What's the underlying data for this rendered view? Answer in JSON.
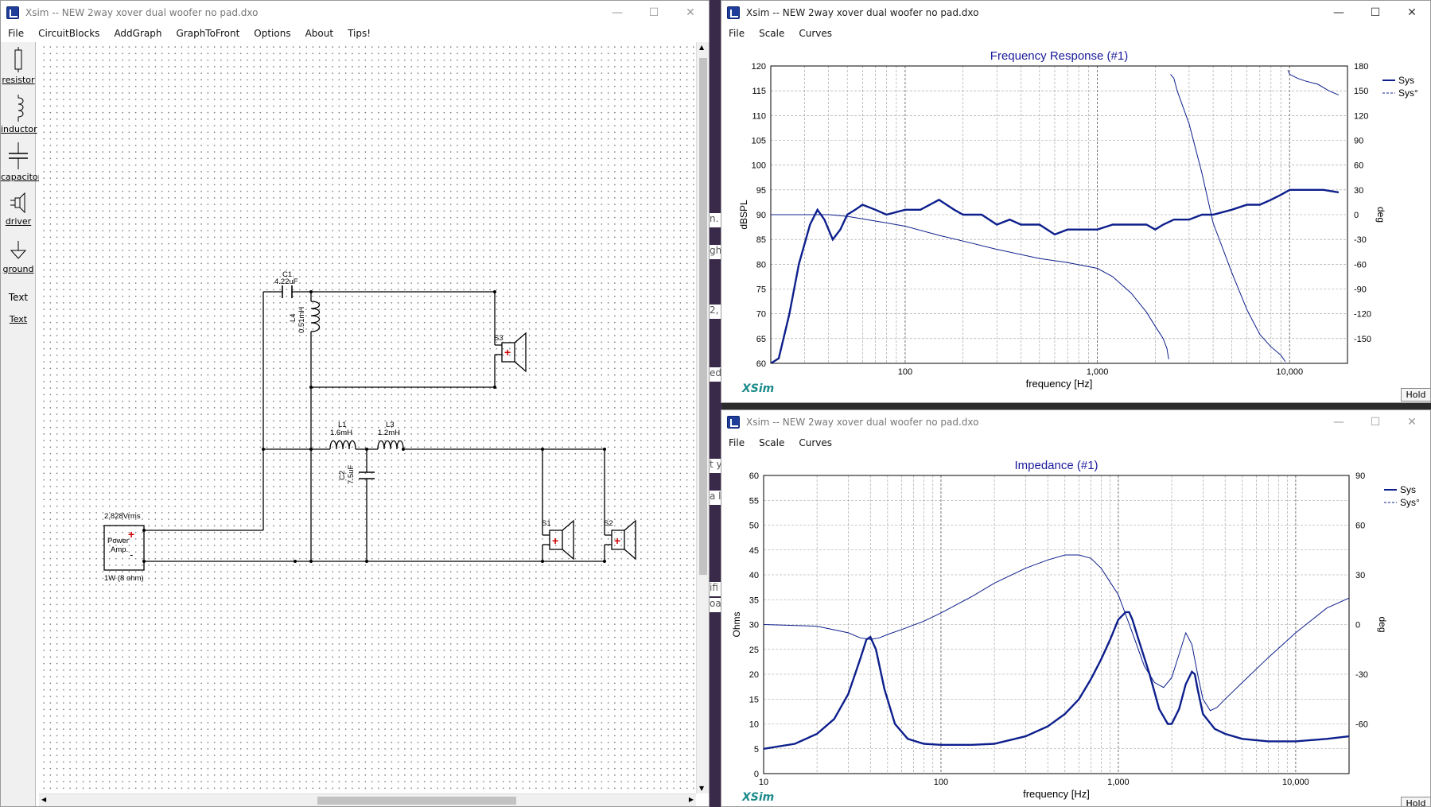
{
  "schematic": {
    "title": "Xsim -- NEW 2way xover dual woofer no pad.dxo",
    "menu": [
      "File",
      "CircuitBlocks",
      "AddGraph",
      "GraphToFront",
      "Options",
      "About",
      "Tips!"
    ],
    "tools": [
      "resistor",
      "inductor",
      "capacitor",
      "driver",
      "ground",
      "Text",
      "Text"
    ],
    "parts": {
      "c1_name": "C1",
      "c1_value": "4.22uF",
      "l4_name": "L4",
      "l4_value": "0.51mH",
      "s3": "S3",
      "s1": "S1",
      "s2": "S2",
      "l1_name": "L1",
      "l1_value": "1.6mH",
      "l3_name": "L3",
      "l3_value": "1.2mH",
      "c2_name": "C2",
      "c2_value": "7.5uF",
      "amp_voltage": "2.828Vrms",
      "amp_line1": "Power",
      "amp_line2": "Amp.",
      "amp_power": "1W (8 ohm)"
    }
  },
  "freq_window": {
    "title": "Xsim -- NEW 2way xover dual woofer no pad.dxo",
    "menu": [
      "File",
      "Scale",
      "Curves"
    ],
    "hold": "Hold",
    "brand": "XSim",
    "chart_data": {
      "type": "line",
      "title": "Frequency Response (#1)",
      "xlabel": "frequency [Hz]",
      "ylabel": "dBSPL",
      "y2label": "deg",
      "x_scale": "log",
      "xlim": [
        20,
        20000
      ],
      "ylim": [
        60,
        120
      ],
      "y2lim": [
        -180,
        180
      ],
      "x_ticks": [
        "100",
        "1,000",
        "10,000"
      ],
      "y_ticks": [
        "120",
        "115",
        "110",
        "105",
        "100",
        "95",
        "90",
        "85",
        "80",
        "75",
        "70",
        "65",
        "60"
      ],
      "y2_ticks": [
        "180",
        "150",
        "120",
        "90",
        "60",
        "30",
        "0",
        "-30",
        "-60",
        "-90",
        "-120",
        "-150"
      ],
      "legend": [
        "Sys",
        "Sys°"
      ],
      "legend_position": "top-right",
      "series": [
        {
          "name": "Sys",
          "x": [
            20,
            22,
            25,
            28,
            32,
            35,
            38,
            42,
            46,
            50,
            55,
            60,
            70,
            80,
            100,
            120,
            150,
            180,
            200,
            250,
            300,
            350,
            400,
            500,
            600,
            700,
            800,
            1000,
            1200,
            1500,
            1800,
            2000,
            2200,
            2500,
            3000,
            3500,
            4000,
            5000,
            6000,
            7000,
            8000,
            9000,
            10000,
            12000,
            15000,
            18000
          ],
          "y": [
            60,
            61,
            70,
            80,
            88,
            91,
            89,
            85,
            87,
            90,
            91,
            92,
            91,
            90,
            91,
            91,
            93,
            91,
            90,
            90,
            88,
            89,
            88,
            88,
            86,
            87,
            87,
            87,
            88,
            88,
            88,
            87,
            88,
            89,
            89,
            90,
            90,
            91,
            92,
            92,
            93,
            94,
            95,
            95,
            95,
            94.5
          ]
        },
        {
          "name": "Sys°",
          "x": [
            20,
            30,
            40,
            50,
            60,
            80,
            100,
            150,
            200,
            300,
            500,
            700,
            1000,
            1200,
            1500,
            1800,
            2000,
            2200,
            2300,
            2350,
            2400,
            2500,
            2600,
            3000,
            3500,
            4000,
            5000,
            6000,
            7000,
            8000,
            9000,
            9500,
            9800,
            10000,
            11000,
            12000,
            14000,
            16000,
            18000
          ],
          "y": [
            0,
            0,
            0,
            -2,
            -5,
            -10,
            -14,
            -25,
            -32,
            -42,
            -53,
            -58,
            -65,
            -75,
            -95,
            -118,
            -135,
            -150,
            -162,
            -175,
            170,
            165,
            150,
            110,
            50,
            -10,
            -70,
            -115,
            -145,
            -160,
            -170,
            -178,
            175,
            170,
            165,
            162,
            158,
            150,
            145
          ]
        }
      ]
    }
  },
  "imp_window": {
    "title": "Xsim -- NEW 2way xover dual woofer no pad.dxo",
    "menu": [
      "File",
      "Scale",
      "Curves"
    ],
    "hold": "Hold",
    "brand": "XSim",
    "chart_data": {
      "type": "line",
      "title": "Impedance (#1)",
      "xlabel": "frequency [Hz]",
      "ylabel": "Ohms",
      "y2label": "deg",
      "x_scale": "log",
      "xlim": [
        10,
        20000
      ],
      "ylim": [
        0,
        60
      ],
      "y2lim": [
        -90,
        90
      ],
      "x_ticks": [
        "10",
        "100",
        "1,000",
        "10,000"
      ],
      "y_ticks": [
        "60",
        "55",
        "50",
        "45",
        "40",
        "35",
        "30",
        "25",
        "20",
        "15",
        "10",
        "5",
        "0"
      ],
      "y2_ticks": [
        "90",
        "60",
        "30",
        "0",
        "-30",
        "-60"
      ],
      "legend": [
        "Sys",
        "Sys°"
      ],
      "legend_position": "top-right",
      "series": [
        {
          "name": "Sys",
          "x": [
            10,
            15,
            20,
            25,
            30,
            35,
            38,
            40,
            43,
            48,
            55,
            65,
            80,
            100,
            150,
            200,
            300,
            400,
            500,
            600,
            700,
            800,
            900,
            1000,
            1100,
            1150,
            1200,
            1300,
            1500,
            1700,
            1900,
            2000,
            2200,
            2400,
            2600,
            2700,
            2800,
            3000,
            3500,
            4000,
            5000,
            7000,
            10000,
            15000,
            20000
          ],
          "y": [
            5,
            6,
            8,
            11,
            16,
            23,
            27,
            27.5,
            25,
            17,
            10,
            7,
            6,
            5.8,
            5.8,
            6,
            7.5,
            9.5,
            12,
            15,
            19,
            23,
            27,
            31,
            32.5,
            32.5,
            31,
            27,
            20,
            13,
            10,
            10,
            13,
            18,
            20.5,
            20,
            17,
            12,
            9,
            8,
            7,
            6.5,
            6.5,
            7,
            7.5
          ]
        },
        {
          "name": "Sys°",
          "x": [
            10,
            20,
            30,
            35,
            40,
            45,
            50,
            60,
            80,
            100,
            150,
            200,
            300,
            400,
            500,
            600,
            700,
            800,
            1000,
            1200,
            1400,
            1600,
            1800,
            2000,
            2200,
            2400,
            2600,
            2800,
            3000,
            3300,
            3600,
            4000,
            5000,
            7000,
            10000,
            15000,
            20000
          ],
          "y": [
            0,
            -1,
            -5,
            -8,
            -9,
            -8,
            -6,
            -3,
            2,
            7,
            17,
            25,
            34,
            39,
            42,
            42,
            40,
            34,
            18,
            -5,
            -25,
            -35,
            -38,
            -32,
            -18,
            -5,
            -12,
            -30,
            -45,
            -52,
            -50,
            -45,
            -35,
            -20,
            -5,
            10,
            16
          ]
        }
      ]
    }
  },
  "bg_fragments": [
    "n.",
    "gh",
    "2,",
    "ed",
    "t y",
    "a li",
    "ifi",
    "oab"
  ]
}
